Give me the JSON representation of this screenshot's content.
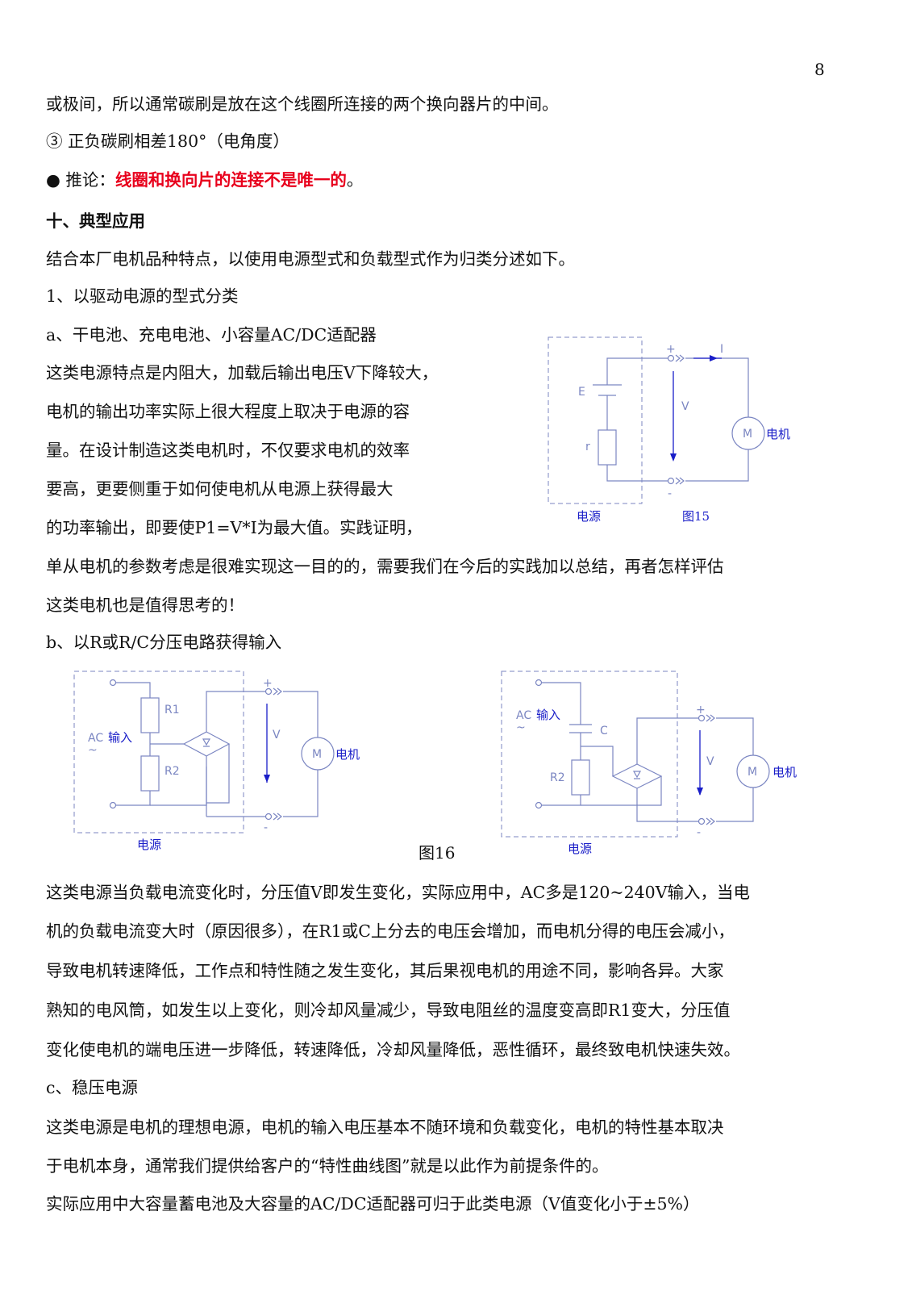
{
  "page_number": "8",
  "lines": {
    "l1": "或极间，所以通常碳刷是放在这个线圈所连接的两个换向器片的中间。",
    "l2": "③ 正负碳刷相差180°（电角度）",
    "l3_prefix": "● 推论：",
    "l3_red": "线圈和换向片的连接不是唯一的",
    "l3_suffix": "。",
    "heading10": "十、典型应用",
    "intro": "结合本厂电机品种特点，以使用电源型式和负载型式作为归类分述如下。",
    "sec1": "1、以驱动电源的型式分类",
    "a_title": "a、干电池、充电电池、小容量AC/DC适配器",
    "a_p1": "这类电源特点是内阻大，加载后输出电压V下降较大，",
    "a_p2": "电机的输出功率实际上很大程度上取决于电源的容",
    "a_p3": "量。在设计制造这类电机时，不仅要求电机的效率",
    "a_p4": "要高，更要侧重于如何使电机从电源上获得最大",
    "a_p5": "的功率输出，即要使P1=V*I为最大值。实践证明，",
    "a_p6": "单从电机的参数考虑是很难实现这一目的的，需要我们在今后的实践加以总结，再者怎样评估",
    "a_p7": "这类电机也是值得思考的！",
    "b_title": "b、以R或R/C分压电路获得输入",
    "b_p1": "这类电源当负载电流变化时，分压值V即发生变化，实际应用中，AC多是120~240V输入，当电",
    "b_p2": "机的负载电流变大时（原因很多），在R1或C上分去的电压会增加，而电机分得的电压会减小，",
    "b_p3": "导致电机转速降低，工作点和特性随之发生变化，其后果视电机的用途不同，影响各异。大家",
    "b_p4": "熟知的电风筒，如发生以上变化，则冷却风量减少，导致电阻丝的温度变高即R1变大，分压值",
    "b_p5": "变化使电机的端电压进一步降低，转速降低，冷却风量降低，恶性循环，最终致电机快速失效。",
    "c_title": "c、稳压电源",
    "c_p1": "这类电源是电机的理想电源，电机的输入电压基本不随环境和负载变化，电机的特性基本取决",
    "c_p2": "于电机本身，通常我们提供给客户的“特性曲线图”就是以此作为前提条件的。",
    "c_p3": "实际应用中大容量蓄电池及大容量的AC/DC适配器可归于此类电源（V值变化小于±5%）"
  },
  "fig15": {
    "caption": "图15",
    "source_label": "电源",
    "motor_label": "电机",
    "E": "E",
    "r": "r",
    "V": "V",
    "I": "I",
    "M": "M",
    "plus": "+",
    "minus": "-"
  },
  "fig16": {
    "caption": "图16",
    "left": {
      "source_label": "电源",
      "ac": "AC",
      "input": "输入",
      "tilde": "~",
      "R1": "R1",
      "R2": "R2",
      "V": "V",
      "M": "M",
      "motor_label": "电机",
      "plus": "+",
      "minus": "-"
    },
    "right": {
      "source_label": "电源",
      "ac": "AC",
      "input": "输入",
      "tilde": "~",
      "C": "C",
      "R2": "R2",
      "V": "V",
      "M": "M",
      "motor_label": "电机",
      "plus": "+",
      "minus": "-"
    }
  }
}
